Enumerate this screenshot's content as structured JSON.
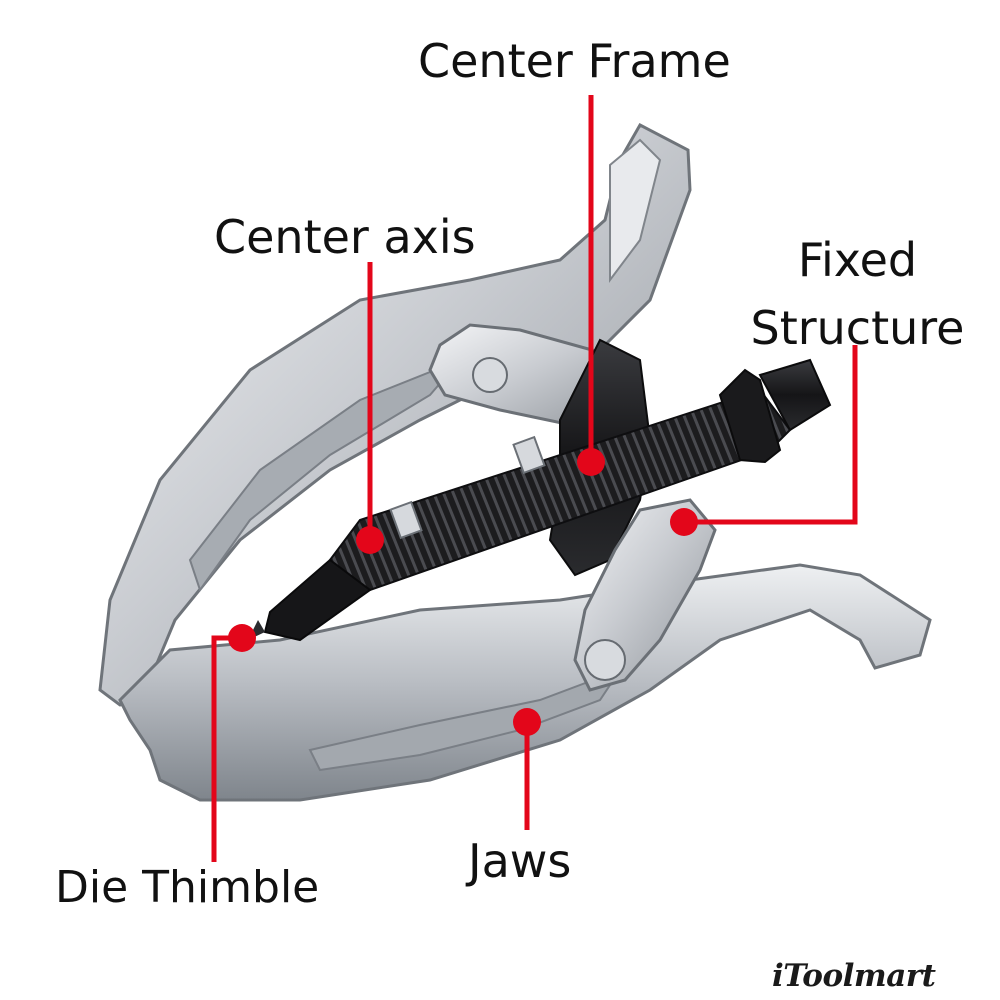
{
  "labels": {
    "center_frame": "Center Frame",
    "center_axis": "Center axis",
    "fixed_structure_line1": "Fixed",
    "fixed_structure_line2": "Structure",
    "jaws": "Jaws",
    "die_thimble": "Die Thimble"
  },
  "brand": {
    "logo_text": "iToolmart"
  },
  "colors": {
    "callout": "#e3061a",
    "label_text": "#111111",
    "steel": "#c9ccd1",
    "steel_dark": "#7d8289",
    "black_metal": "#1b1b1d"
  }
}
